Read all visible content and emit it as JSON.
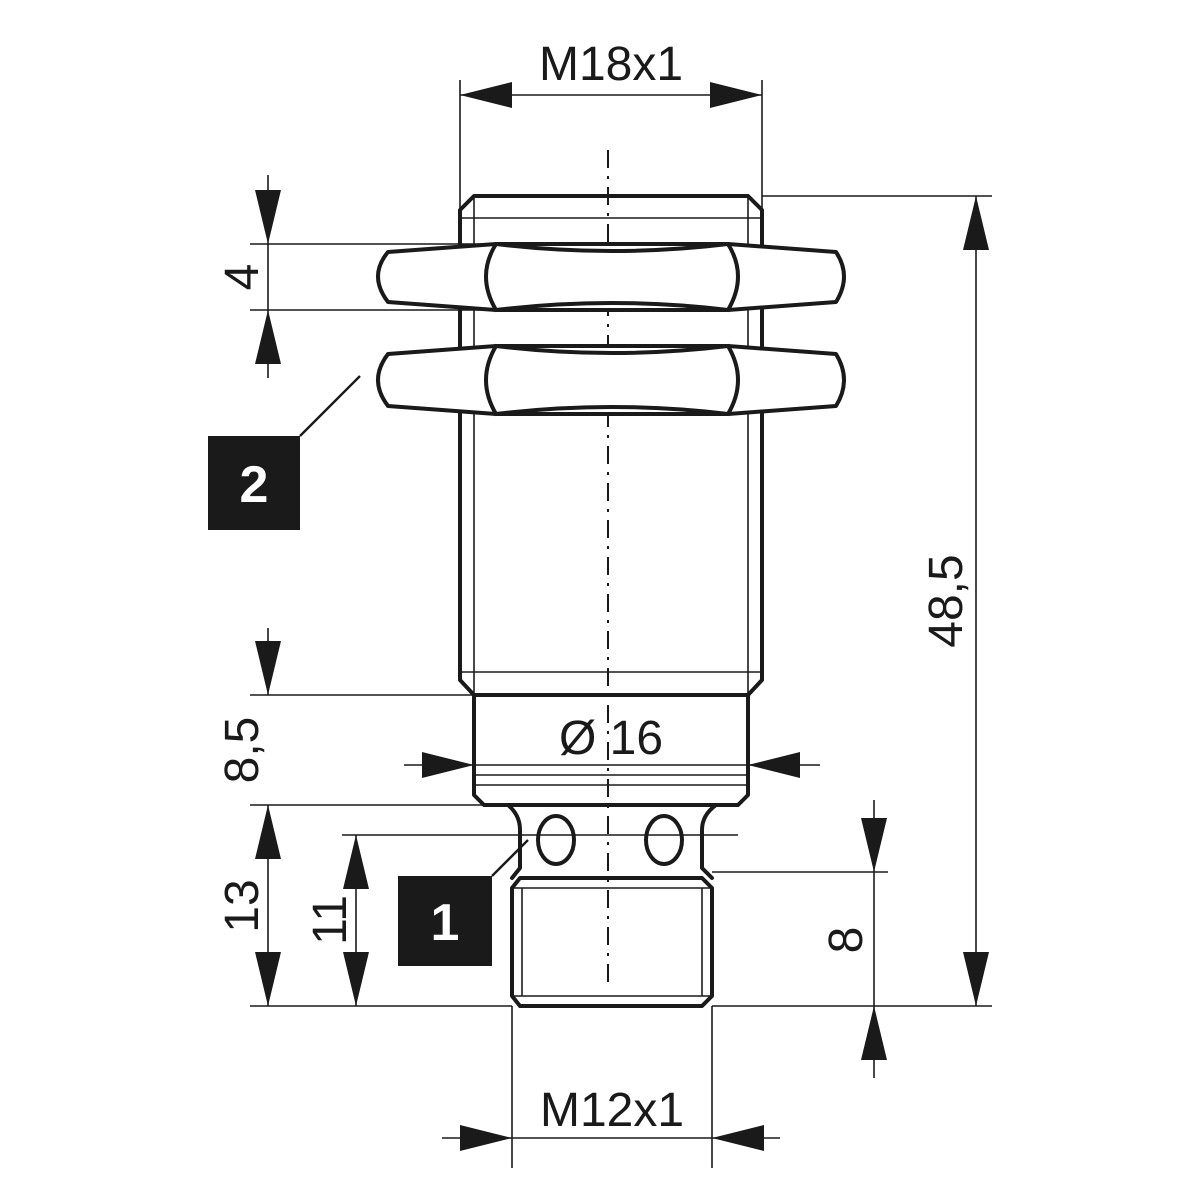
{
  "drawing": {
    "dimensions": {
      "thread_top": "M18x1",
      "nut_thickness": "4",
      "overall_length": "48,5",
      "collar_height": "8,5",
      "collar_diameter": "Ø 16",
      "led_to_bottom": "13",
      "connector_length": "11",
      "connector_thread_length": "8",
      "thread_bottom": "M12x1"
    },
    "callouts": {
      "nut_marker": "2",
      "led_marker": "1"
    }
  }
}
